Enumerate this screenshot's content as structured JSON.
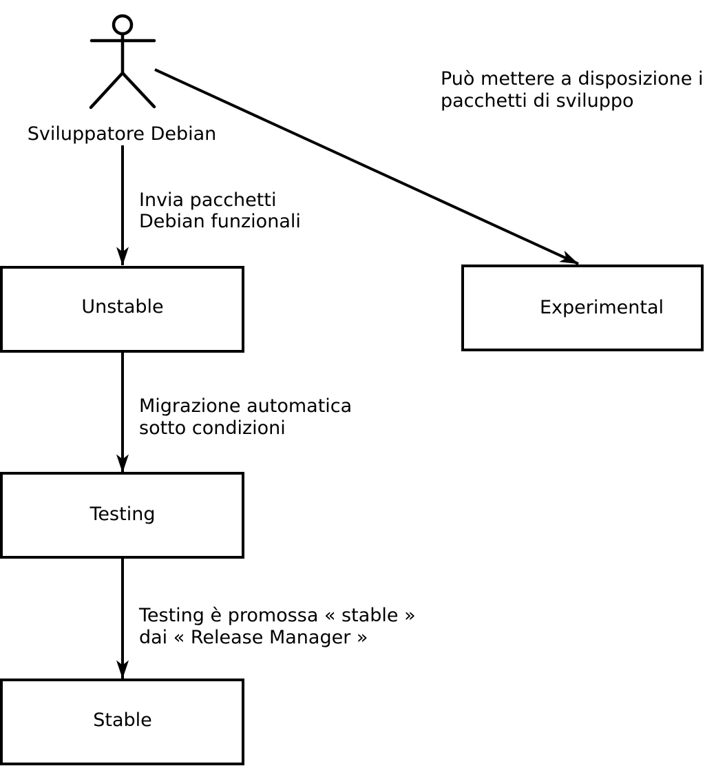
{
  "diagram": {
    "colors": {
      "line": "#000000",
      "background": "#ffffff",
      "box_fill": "#ffffff",
      "text": "#000000"
    },
    "actor": {
      "label": "Sviluppatore Debian"
    },
    "nodes": {
      "unstable": {
        "label": "Unstable"
      },
      "experimental": {
        "label": "Experimental"
      },
      "testing": {
        "label": "Testing"
      },
      "stable": {
        "label": "Stable"
      }
    },
    "edges": {
      "upload": {
        "lines": [
          "Invia pacchetti",
          "Debian funzionali"
        ]
      },
      "provide": {
        "lines": [
          "Può mettere a disposizione i",
          "pacchetti di sviluppo"
        ]
      },
      "migration": {
        "lines": [
          "Migrazione automatica",
          "sotto condizioni"
        ]
      },
      "promotion": {
        "lines": [
          "Testing è promossa « stable »",
          "dai « Release Manager »"
        ]
      }
    }
  }
}
